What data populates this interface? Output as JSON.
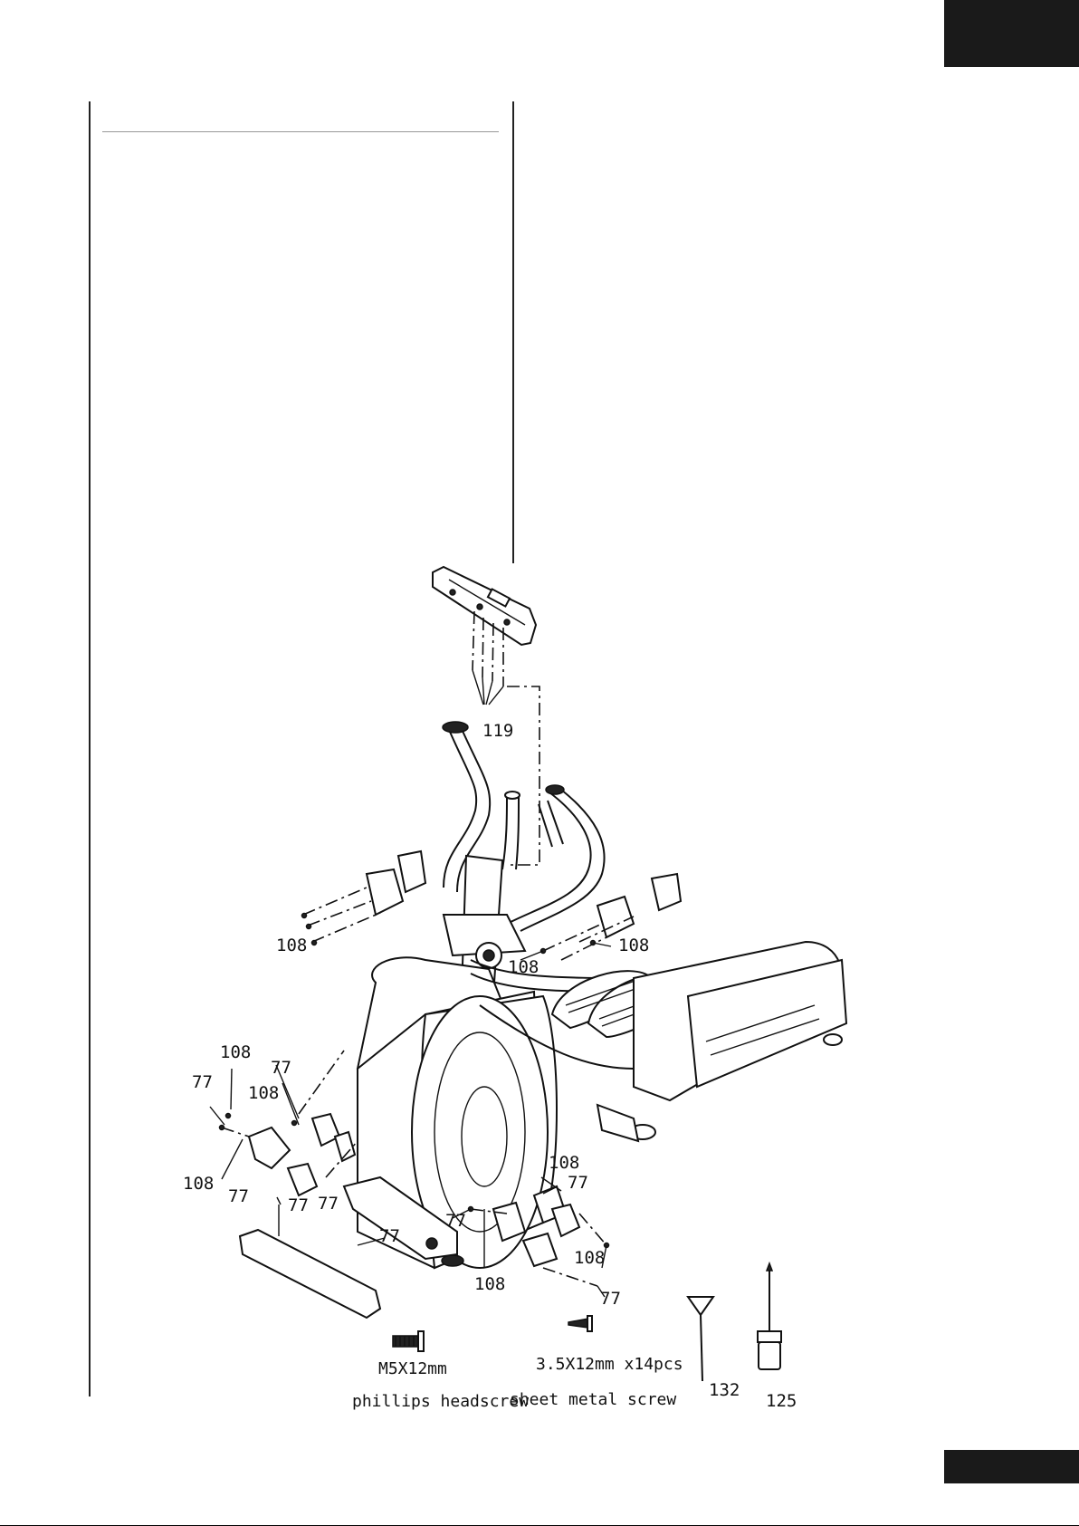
{
  "callouts": {
    "c119": "119",
    "c108_top_left": "108",
    "c108_top_mid": "108",
    "c108_top_right": "108",
    "c108_left_a": "108",
    "c108_left_b": "108",
    "c108_left_c": "108",
    "c77_left_a": "77",
    "c77_left_b": "77",
    "c77_left_c": "77",
    "c77_left_d": "77",
    "c77_left_e": "77",
    "c77_front": "77",
    "c108_right_a": "108",
    "c77_right_a": "77",
    "c77_right_b": "77",
    "c108_right_b": "108",
    "c108_right_c": "108",
    "c77_right_c": "77"
  },
  "hardware": {
    "screw1_size": "M5X12mm",
    "screw1_name": "phillips headscrew",
    "screw2_size": "3.5X12mm x14pcs",
    "screw2_name": "sheet metal screw",
    "tool1_id": "132",
    "tool2_id": "125"
  }
}
